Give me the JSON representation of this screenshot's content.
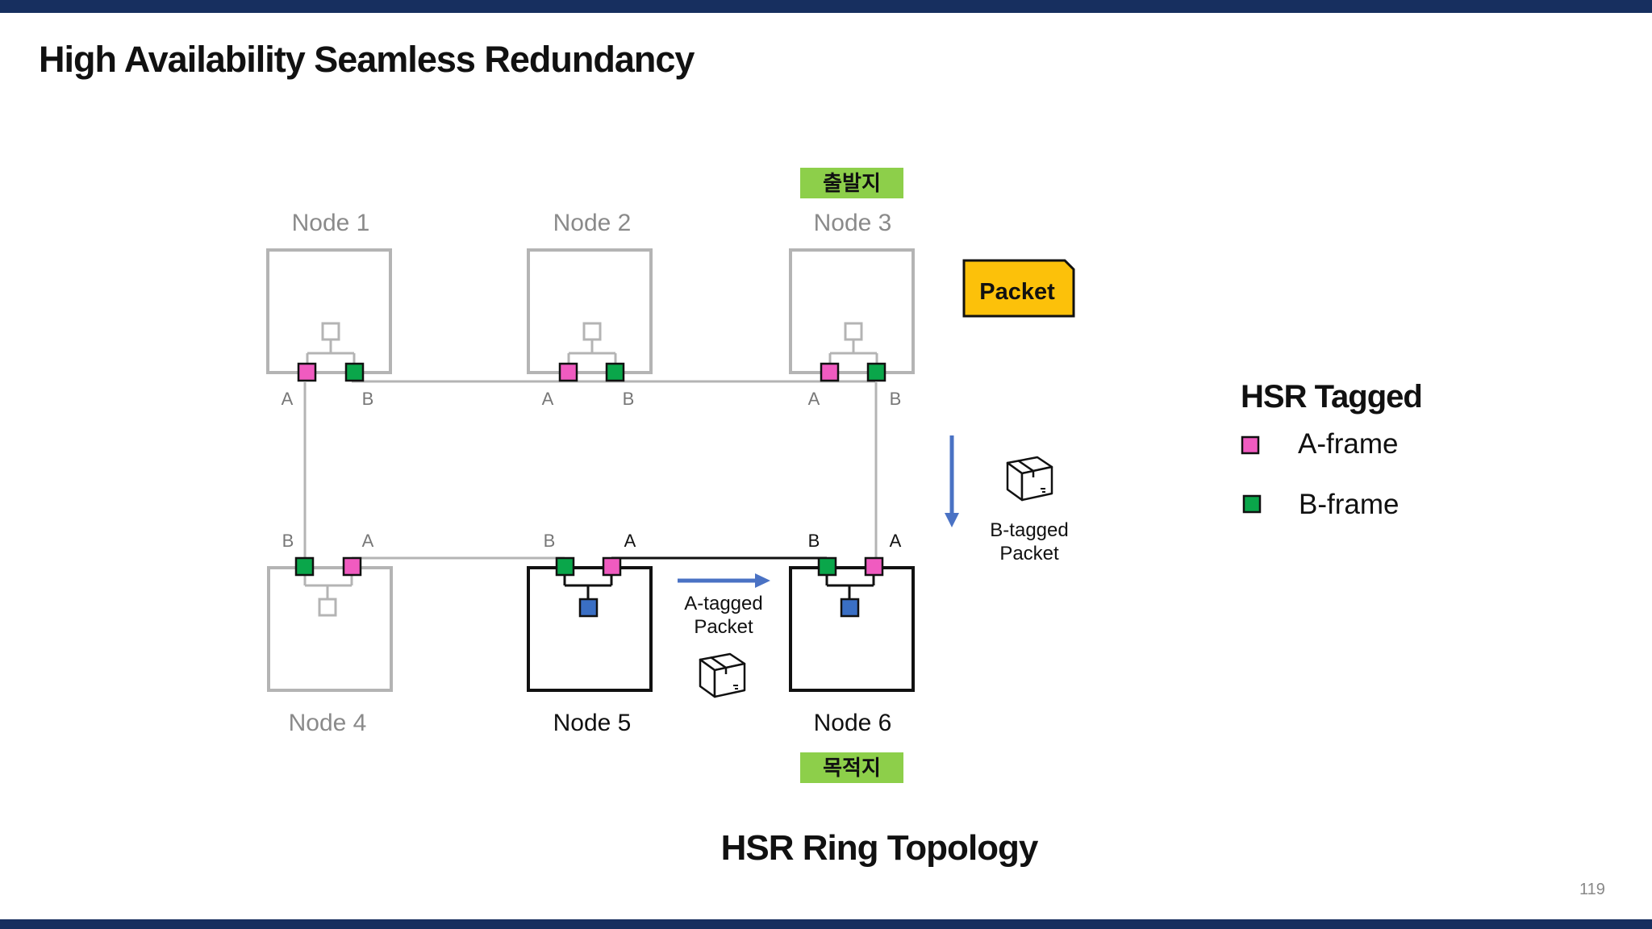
{
  "slide": {
    "title": "High Availability Seamless Redundancy",
    "page_number": "119"
  },
  "diagram": {
    "caption": "HSR Ring Topology",
    "source_tag": "출발지",
    "destination_tag": "목적지",
    "packet_label": "Packet",
    "a_tagged_label_line1": "A-tagged",
    "a_tagged_label_line2": "Packet",
    "b_tagged_label_line1": "B-tagged",
    "b_tagged_label_line2": "Packet",
    "nodes": [
      {
        "name": "Node 1",
        "active": false,
        "left_port": "A",
        "right_port": "B"
      },
      {
        "name": "Node 2",
        "active": false,
        "left_port": "A",
        "right_port": "B"
      },
      {
        "name": "Node 3",
        "active": false,
        "left_port": "A",
        "right_port": "B"
      },
      {
        "name": "Node 4",
        "active": false,
        "left_port": "B",
        "right_port": "A"
      },
      {
        "name": "Node 5",
        "active": true,
        "left_port": "B",
        "right_port": "A"
      },
      {
        "name": "Node 6",
        "active": true,
        "left_port": "B",
        "right_port": "A"
      }
    ]
  },
  "legend": {
    "title": "HSR Tagged",
    "a_frame": "A-frame",
    "b_frame": "B-frame"
  },
  "colors": {
    "a_frame": "#f05bc0",
    "b_frame": "#0aa64a",
    "host": "#3a6fc4",
    "arrow": "#4a72c4",
    "tag_bg": "#8dcf4a",
    "packet_bg": "#fcc10a",
    "inactive": "#b4b4b4",
    "top_bar": "#172f5f"
  }
}
